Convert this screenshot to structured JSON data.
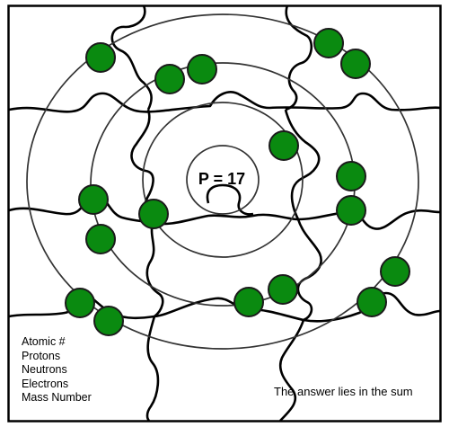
{
  "nucleus": {
    "label": "P = 17"
  },
  "electrons": {
    "count": 17,
    "color": "#0a8a10",
    "outline": "#1b1b1b"
  },
  "shells": {
    "count": 4
  },
  "checklist": {
    "items": [
      "Atomic #",
      "Protons",
      "Neutrons",
      "Electrons",
      "Mass Number"
    ]
  },
  "footer": {
    "hint": "The answer lies in the sum"
  }
}
